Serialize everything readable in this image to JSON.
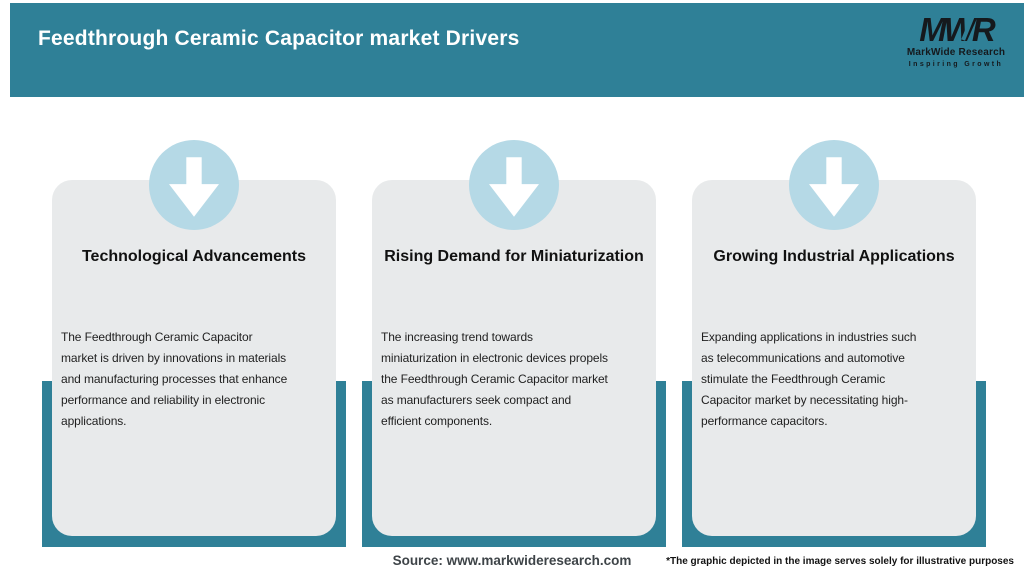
{
  "header": {
    "title": "Feedthrough Ceramic Capacitor market Drivers",
    "logo": {
      "acronym": "MWR",
      "company": "MarkWide Research",
      "tagline": "Inspiring Growth"
    }
  },
  "cards": [
    {
      "icon": "down-arrow-icon",
      "title": "Technological Advancements",
      "body_lines": [
        "The Feedthrough Ceramic Capacitor",
        "market is driven by innovations in materials",
        "and manufacturing processes that enhance",
        "performance and reliability in electronic",
        "applications."
      ]
    },
    {
      "icon": "down-arrow-icon",
      "title": "Rising Demand for Miniaturization",
      "body_lines": [
        "The increasing trend towards",
        "miniaturization in electronic devices propels",
        "the Feedthrough Ceramic Capacitor market",
        "as manufacturers seek compact and",
        "efficient components."
      ]
    },
    {
      "icon": "down-arrow-icon",
      "title": "Growing Industrial Applications",
      "body_lines": [
        "Expanding applications in industries such",
        "as telecommunications and automotive",
        "stimulate the Feedthrough Ceramic",
        "Capacitor market by necessitating high-",
        "performance capacitors."
      ]
    }
  ],
  "footer": {
    "source": "Source: www.markwideresearch.com",
    "disclaimer": "*The graphic depicted in the image serves solely for illustrative purposes"
  },
  "colors": {
    "accent_teal": "#2F8097",
    "circle_blue": "#B5D9E6",
    "card_gray": "#E8EAEB",
    "logo_dark": "#15191D",
    "source_text": "#3E4448",
    "title_text": "#FFFFFF"
  }
}
